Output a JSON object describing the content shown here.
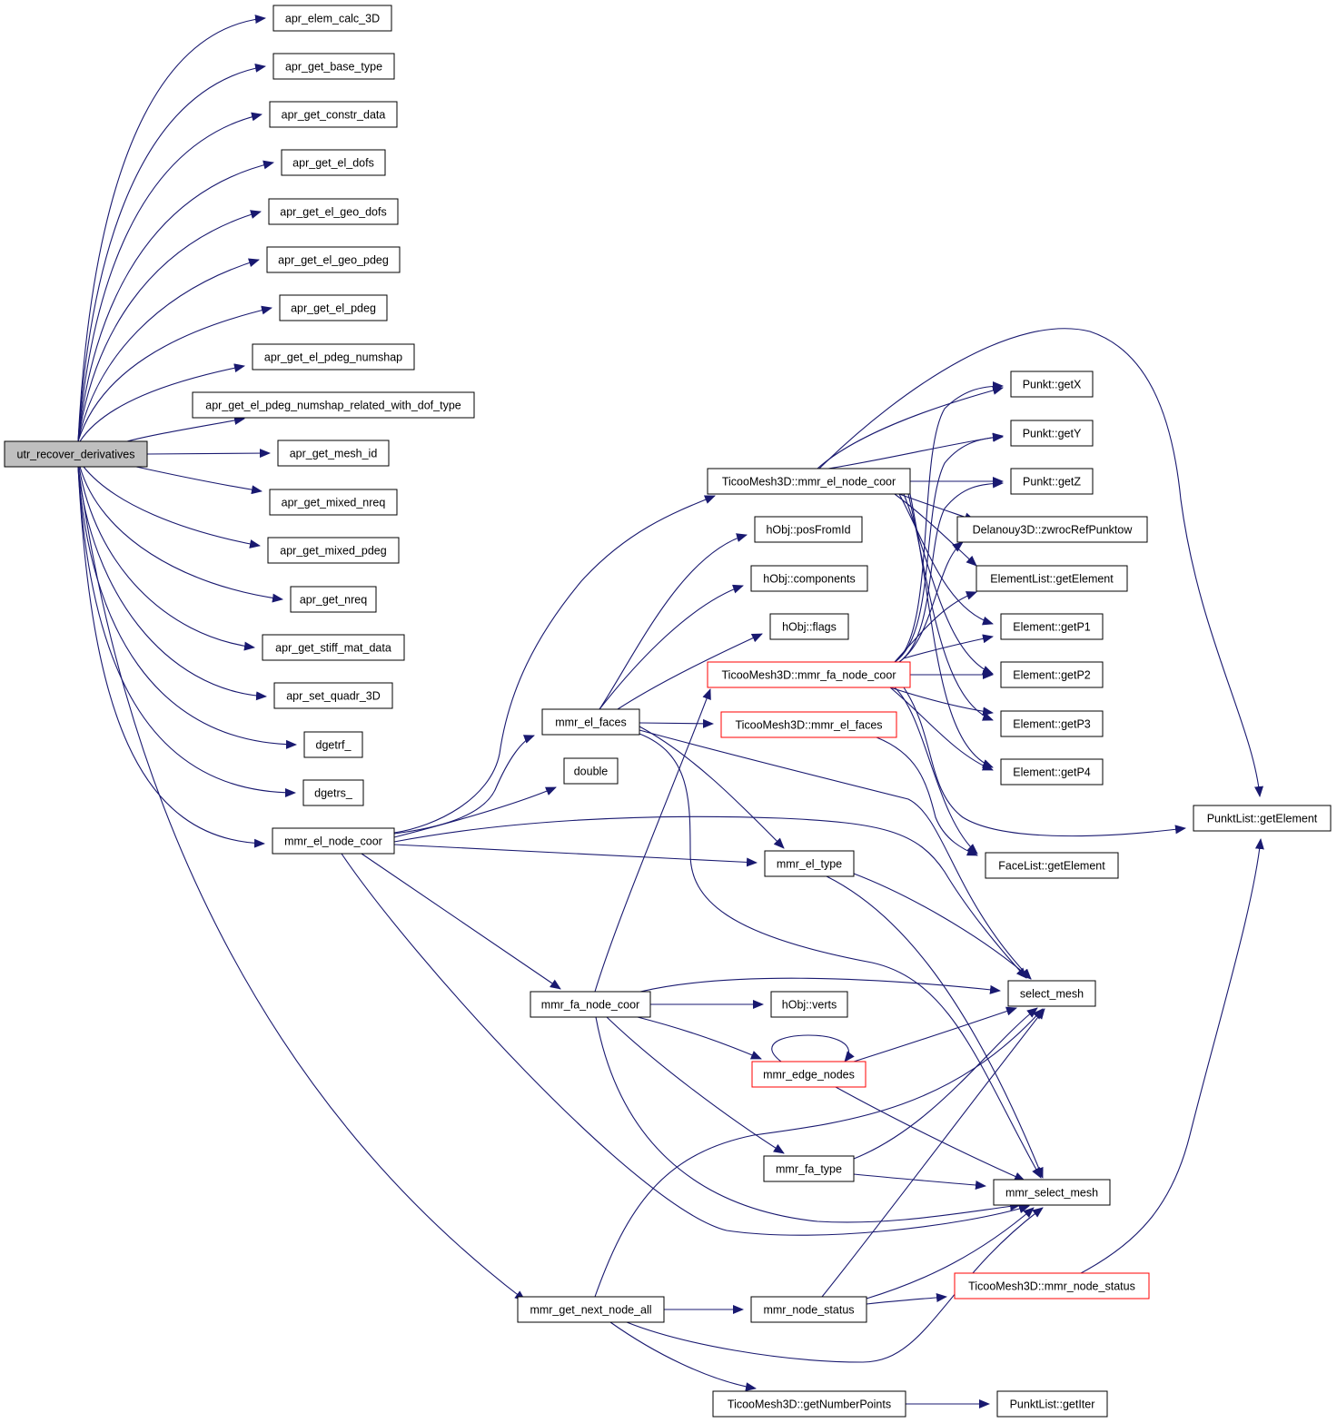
{
  "colors": {
    "edge": "#191970",
    "root_fill": "#bfbfbf",
    "node_border": "#000000",
    "truncated_border": "#ff0000",
    "background": "#ffffff"
  },
  "nodes": [
    {
      "id": "root",
      "label": "utr_recover_derivatives",
      "root": true
    },
    {
      "id": "n_elem_calc",
      "label": "apr_elem_calc_3D"
    },
    {
      "id": "n_base_type",
      "label": "apr_get_base_type"
    },
    {
      "id": "n_constr",
      "label": "apr_get_constr_data"
    },
    {
      "id": "n_el_dofs",
      "label": "apr_get_el_dofs"
    },
    {
      "id": "n_geo_dofs",
      "label": "apr_get_el_geo_dofs"
    },
    {
      "id": "n_geo_pdeg",
      "label": "apr_get_el_geo_pdeg"
    },
    {
      "id": "n_el_pdeg",
      "label": "apr_get_el_pdeg"
    },
    {
      "id": "n_numshap",
      "label": "apr_get_el_pdeg_numshap"
    },
    {
      "id": "n_numshap_rel",
      "label": "apr_get_el_pdeg_numshap_related_with_dof_type"
    },
    {
      "id": "n_mesh_id",
      "label": "apr_get_mesh_id"
    },
    {
      "id": "n_mixed_nreq",
      "label": "apr_get_mixed_nreq"
    },
    {
      "id": "n_mixed_pdeg",
      "label": "apr_get_mixed_pdeg"
    },
    {
      "id": "n_nreq",
      "label": "apr_get_nreq"
    },
    {
      "id": "n_stiff",
      "label": "apr_get_stiff_mat_data"
    },
    {
      "id": "n_quadr",
      "label": "apr_set_quadr_3D"
    },
    {
      "id": "n_dgetrf",
      "label": "dgetrf_"
    },
    {
      "id": "n_dgetrs",
      "label": "dgetrs_"
    },
    {
      "id": "n_el_node_coor",
      "label": "mmr_el_node_coor"
    },
    {
      "id": "n_get_next",
      "label": "mmr_get_next_node_all"
    },
    {
      "id": "n_tm_el_node_coor",
      "label": "TicooMesh3D::mmr_el_node_coor"
    },
    {
      "id": "n_posfromid",
      "label": "hObj::posFromId"
    },
    {
      "id": "n_components",
      "label": "hObj::components"
    },
    {
      "id": "n_flags",
      "label": "hObj::flags"
    },
    {
      "id": "n_tm_fa_node_coor",
      "label": "TicooMesh3D::mmr_fa_node_coor",
      "truncated": true
    },
    {
      "id": "n_el_faces",
      "label": "mmr_el_faces"
    },
    {
      "id": "n_tm_el_faces",
      "label": "TicooMesh3D::mmr_el_faces",
      "truncated": true
    },
    {
      "id": "n_double",
      "label": "double"
    },
    {
      "id": "n_el_type",
      "label": "mmr_el_type"
    },
    {
      "id": "n_fa_node_coor",
      "label": "mmr_fa_node_coor"
    },
    {
      "id": "n_verts",
      "label": "hObj::verts"
    },
    {
      "id": "n_edge_nodes",
      "label": "mmr_edge_nodes",
      "truncated": true
    },
    {
      "id": "n_fa_type",
      "label": "mmr_fa_type"
    },
    {
      "id": "n_node_status",
      "label": "mmr_node_status"
    },
    {
      "id": "n_numpoints",
      "label": "TicooMesh3D::getNumberPoints"
    },
    {
      "id": "n_getx",
      "label": "Punkt::getX"
    },
    {
      "id": "n_gety",
      "label": "Punkt::getY"
    },
    {
      "id": "n_getz",
      "label": "Punkt::getZ"
    },
    {
      "id": "n_zwroc",
      "label": "Delanouy3D::zwrocRefPunktow"
    },
    {
      "id": "n_ellist_get",
      "label": "ElementList::getElement"
    },
    {
      "id": "n_p1",
      "label": "Element::getP1"
    },
    {
      "id": "n_p2",
      "label": "Element::getP2"
    },
    {
      "id": "n_p3",
      "label": "Element::getP3"
    },
    {
      "id": "n_p4",
      "label": "Element::getP4"
    },
    {
      "id": "n_facelist",
      "label": "FaceList::getElement"
    },
    {
      "id": "n_select_mesh",
      "label": "select_mesh"
    },
    {
      "id": "n_mmr_select",
      "label": "mmr_select_mesh"
    },
    {
      "id": "n_tm_node_status",
      "label": "TicooMesh3D::mmr_node_status",
      "truncated": true
    },
    {
      "id": "n_punktlist_get",
      "label": "PunktList::getElement"
    },
    {
      "id": "n_getiter",
      "label": "PunktList::getIter"
    }
  ]
}
